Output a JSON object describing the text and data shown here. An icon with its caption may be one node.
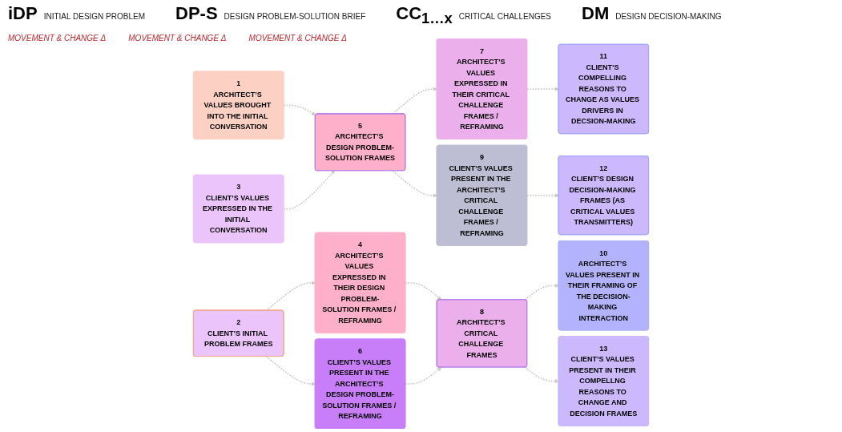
{
  "diagram": {
    "nodes": [
      {
        "text": [
          "1",
          "ARCHITECT’S VALUES BROUGHT INTO THE INITIAL CONVERSATION"
        ]
      },
      {
        "text": [
          "2",
          "CLIENT’S INITIAL PROBLEM FRAMES"
        ]
      },
      {
        "text": [
          "3",
          "CLIENT’S VALUES EXPRESSED IN THE INITIAL CONVERSATION"
        ]
      },
      {
        "text": [
          "4",
          "ARCHITECT’S VALUES EXPRESSED IN THEIR DESIGN PROBLEM-SOLUTION FRAMES / REFRAMING"
        ]
      },
      {
        "text": [
          "5",
          "ARCHITECT’S DESIGN PROBLEM-SOLUTION FRAMES"
        ]
      },
      {
        "text": [
          "6",
          "CLIENT’S VALUES PRESENT IN THE ARCHITECT’S DESIGN PROBLEM-SOLUTION FRAMES / REFRAMING"
        ]
      },
      {
        "text": [
          "7",
          "ARCHITECT’S VALUES EXPRESSED IN THEIR CRITICAL CHALLENGE FRAMES / REFRAMING"
        ]
      },
      {
        "text": [
          "8",
          "ARCHITECT’S CRITICAL CHALLENGE FRAMES"
        ]
      },
      {
        "text": [
          "9",
          "CLIENT’S VALUES PRESENT IN THE ARCHITECT’S CRITICAL CHALLENGE FRAMES / REFRAMING"
        ]
      },
      {
        "text": [
          "10",
          "ARCHITECT’S VALUES PRESENT IN THEIR FRAMING OF THE DECISION-MAKING INTERACTION"
        ]
      },
      {
        "text": [
          "11",
          "CLIENT’S COMPELLING REASONS TO CHANGE AS VALUES DRIVERS IN DECSION-MAKING"
        ]
      },
      {
        "text": [
          "12",
          "CLIENT’S DESIGN DECISION-MAKING FRAMES (AS CRITICAL VALUES TRANSMITTERS)"
        ]
      },
      {
        "text": [
          "13",
          "CLIENT’S VALUES PRESENT IN THEIR COMPELLNG REASONS TO CHANGE AND DECISION FRAMES"
        ]
      }
    ],
    "edges": [
      {
        "from": 0,
        "to": 4,
        "arrow": "to",
        "style": "dashed"
      },
      {
        "from": 1,
        "to": 3,
        "arrow": "to",
        "style": "dashed"
      },
      {
        "from": 1,
        "to": 5,
        "arrow": "to",
        "style": "dashed"
      },
      {
        "from": 2,
        "to": 4,
        "arrow": "to",
        "style": "dashed"
      },
      {
        "from": 3,
        "to": 7,
        "arrow": "to",
        "style": "dashed"
      },
      {
        "from": 4,
        "to": 6,
        "arrow": "to",
        "style": "dashed"
      },
      {
        "from": 4,
        "to": 8,
        "arrow": "to",
        "style": "dashed"
      },
      {
        "from": 5,
        "to": 7,
        "arrow": "to",
        "style": "dashed"
      },
      {
        "from": 6,
        "to": 10,
        "arrow": "to",
        "style": "dashed"
      },
      {
        "from": 7,
        "to": 9,
        "arrow": "to",
        "style": "dashed"
      },
      {
        "from": 7,
        "to": 12,
        "arrow": "to",
        "style": "dashed"
      },
      {
        "from": 8,
        "to": 11,
        "arrow": "to",
        "style": "dashed"
      }
    ],
    "labels": [
      "iDP",
      "INITIAL DESIGN PROBLEM",
      "DP-S",
      "DESIGN PROBLEM-SOLUTION BRIEF",
      "CC$_{1…x}$",
      "CRITICAL CHALLENGES",
      "DM",
      "DESIGN DECISION-MAKING",
      "MOVEMENT & CHANGE Δ",
      "MOVEMENT & CHANGE Δ",
      "MOVEMENT & CHANGE Δ"
    ]
  }
}
